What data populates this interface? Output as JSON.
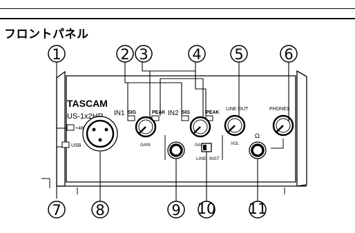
{
  "page": {
    "section_title": "フロントパネル"
  },
  "device": {
    "brand": "TASCAM",
    "model": "US-1x2HR",
    "labels": {
      "in1": "IN1",
      "in2": "IN2",
      "sig": "SIG",
      "peak": "PEAK",
      "gain": "GAIN",
      "phantom": "+48V",
      "usb": "USB",
      "line_out": "LINE OUT",
      "vol": "VOL",
      "phones": "PHONES",
      "line": "LINE",
      "inst": "INST",
      "headphone_glyph": "Ω"
    }
  },
  "callouts": [
    "1",
    "2",
    "3",
    "4",
    "5",
    "6",
    "7",
    "8",
    "9",
    "10",
    "11"
  ]
}
